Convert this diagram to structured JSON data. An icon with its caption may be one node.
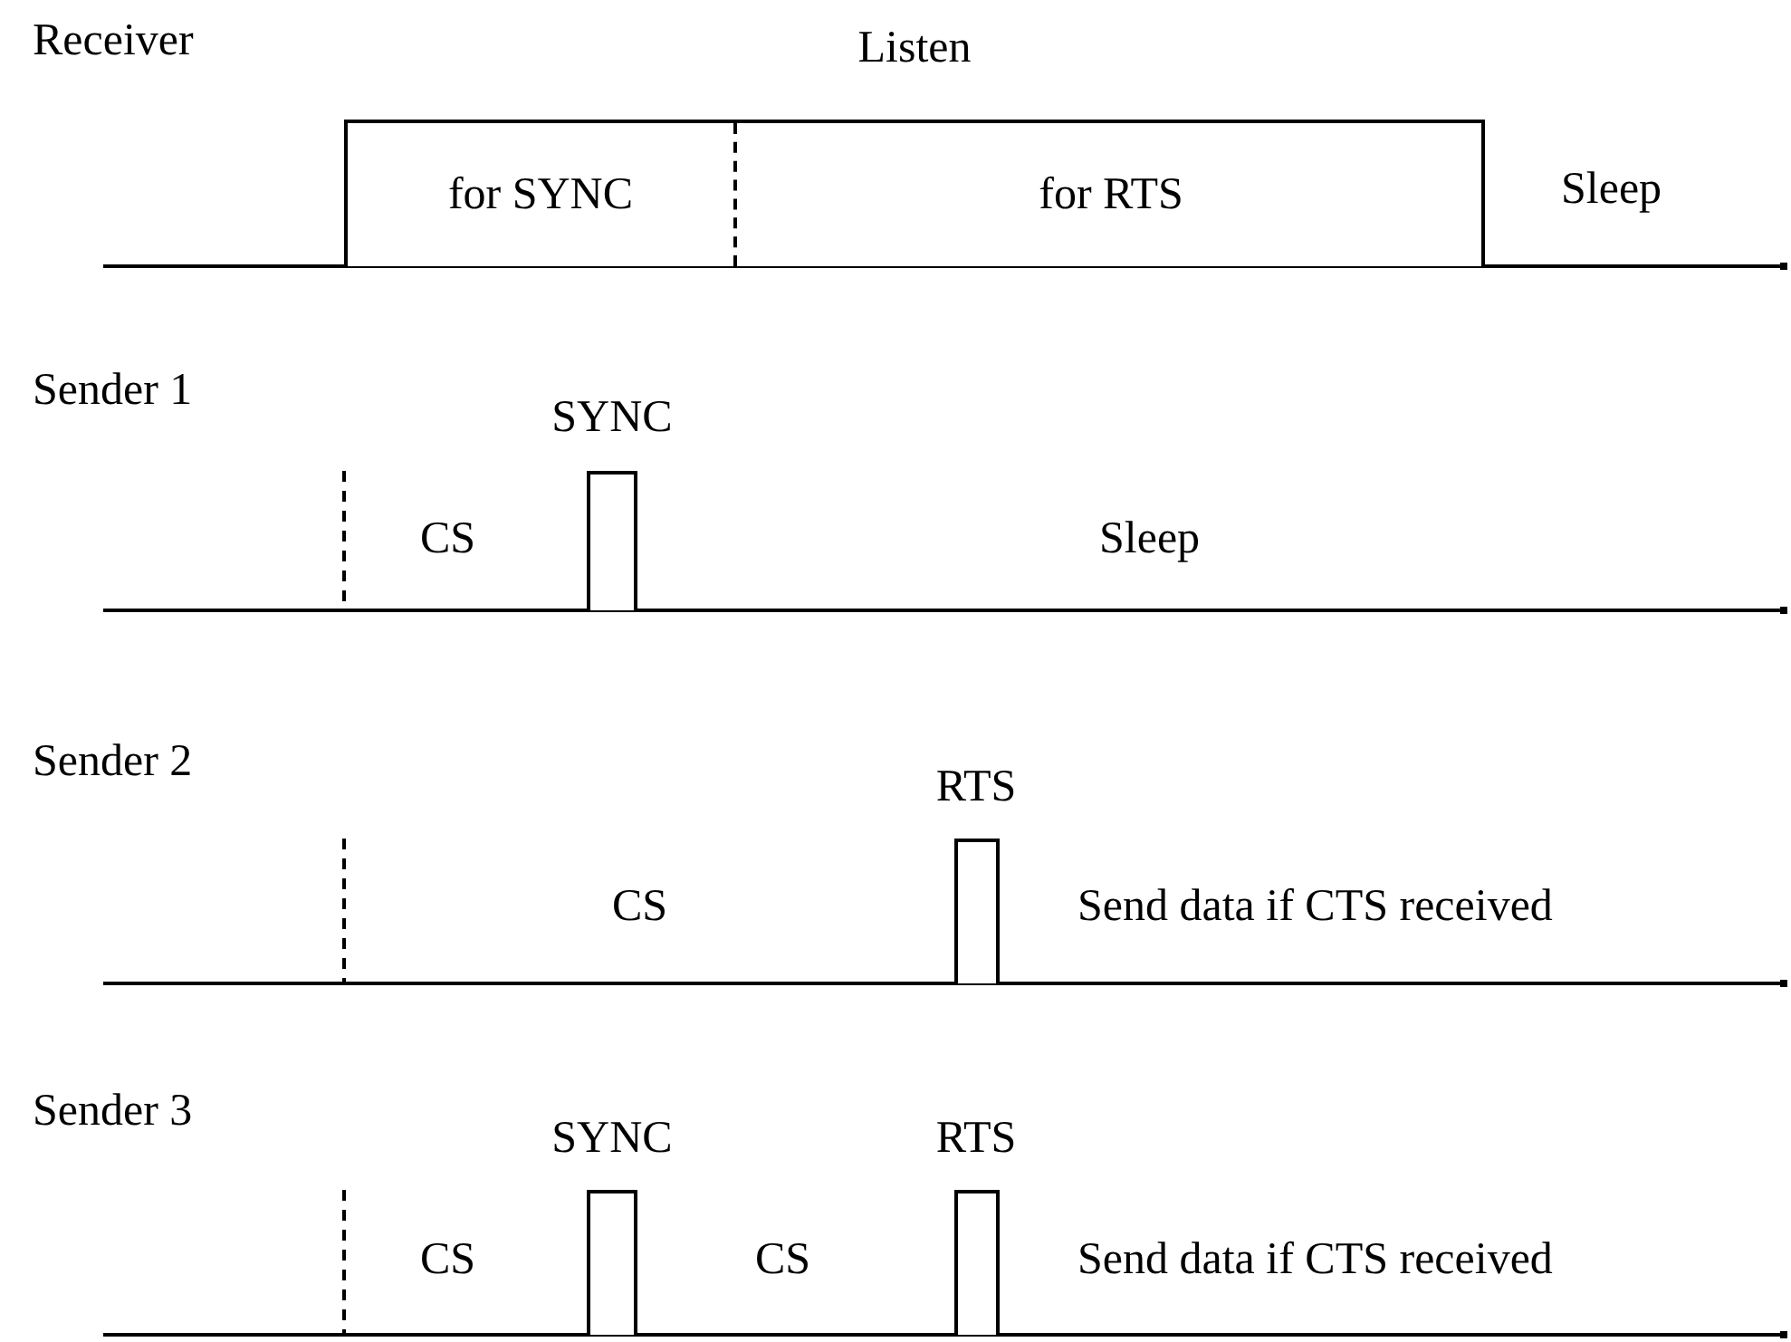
{
  "diagram": {
    "nodes": [
      {
        "text": [
          "Listen"
        ]
      },
      {
        "text": [
          "for SYNC"
        ],
        "in": 0
      },
      {
        "text": [
          "for RTS"
        ],
        "in": 0
      },
      {
        "text": [],
        "shape": "bar",
        "beside": [
          "SYNC"
        ]
      },
      {
        "text": [],
        "shape": "bar",
        "beside": [
          "RTS"
        ]
      },
      {
        "text": [],
        "shape": "bar",
        "beside": [
          "SYNC"
        ]
      },
      {
        "text": [],
        "shape": "bar",
        "beside": [
          "RTS"
        ]
      }
    ],
    "labels": [
      "Receiver",
      "Sleep",
      "Sender 1",
      "CS",
      "Sleep",
      "Sender 2",
      "CS",
      "Send data if CTS received",
      "Sender 3",
      "CS",
      "CS",
      "Send data if CTS received"
    ]
  }
}
